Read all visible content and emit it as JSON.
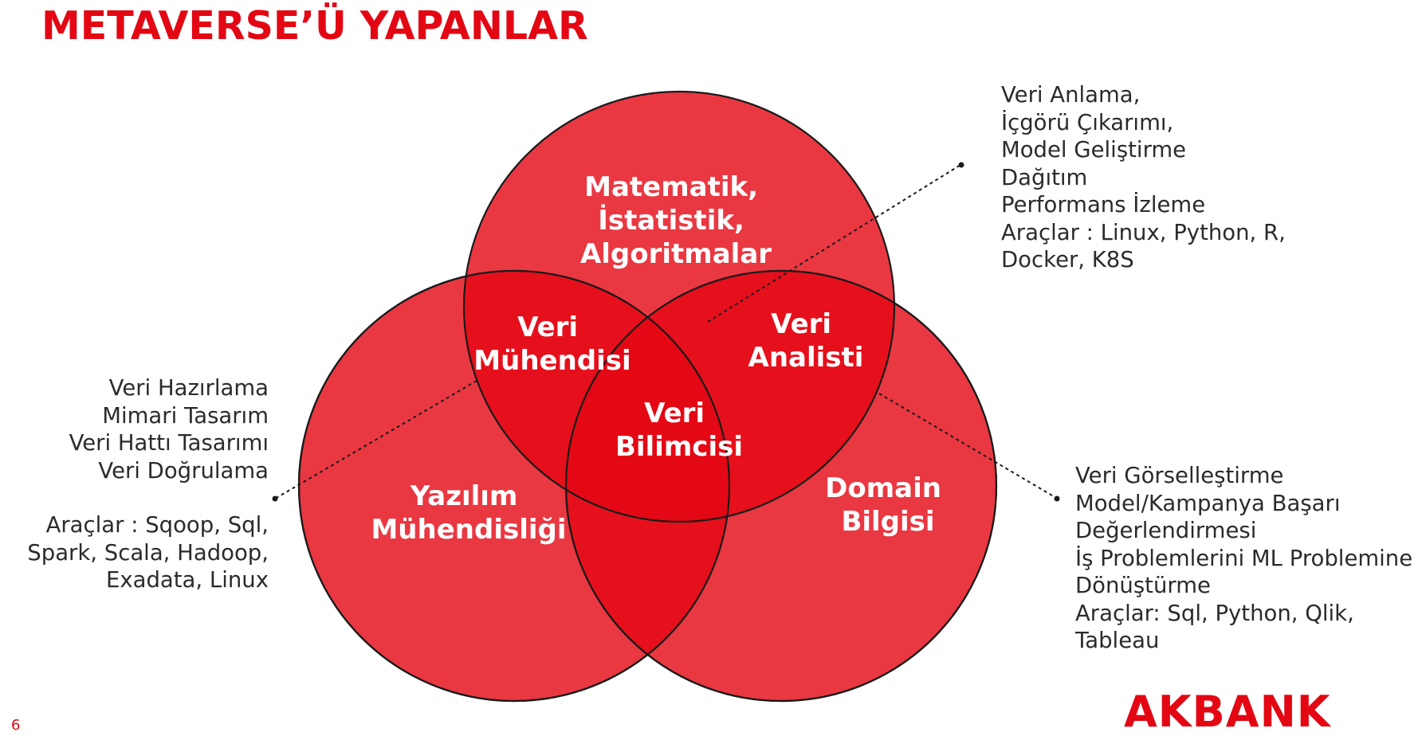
{
  "title": "METAVERSE’Ü YAPANLAR",
  "page_number": "6",
  "logo_text": "AKBANK",
  "colors": {
    "brand_red": "#e30613",
    "circle_fill": "#e30613",
    "text_dark": "#2b2b2b"
  },
  "circles": {
    "top": [
      "Matematik,",
      "İstatistik,",
      "Algoritmalar"
    ],
    "left": [
      "Yazılım",
      "Mühendisliği"
    ],
    "right": [
      "Domain",
      "Bilgisi"
    ]
  },
  "intersections": {
    "top_left": [
      "Veri",
      "Mühendisi"
    ],
    "top_right": [
      "Veri",
      "Analisti"
    ],
    "center": [
      "Veri",
      "Bilimcisi"
    ]
  },
  "left_info": {
    "lines": [
      "Veri Hazırlama",
      "Mimari Tasarım",
      "Veri Hattı Tasarımı",
      "Veri Doğrulama"
    ],
    "tools": [
      "Araçlar : Sqoop, Sql,",
      "Spark, Scala, Hadoop,",
      "Exadata, Linux"
    ]
  },
  "top_right_info": {
    "lines": [
      "Veri Anlama,",
      "İçgörü Çıkarımı,",
      "Model Geliştirme",
      "Dağıtım",
      "Performans İzleme",
      "Araçlar : Linux, Python, R,",
      "Docker, K8S"
    ]
  },
  "bottom_right_info": {
    "lines": [
      "Veri Görselleştirme",
      "Model/Kampanya Başarı",
      "Değerlendirmesi",
      "İş Problemlerini ML Problemine",
      "Dönüştürme",
      "Araçlar: Sql, Python, Qlik,",
      "Tableau"
    ]
  }
}
